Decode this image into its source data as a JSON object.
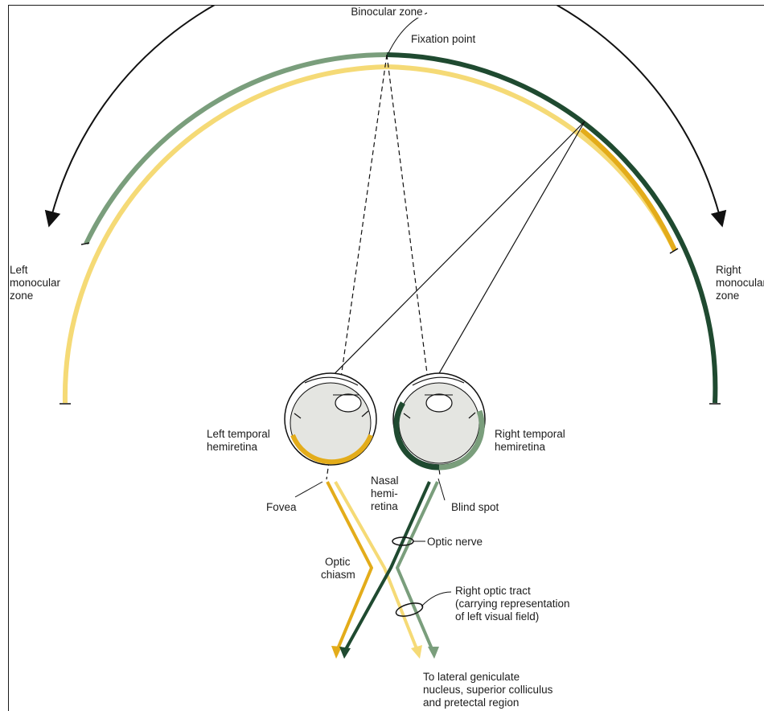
{
  "labels": {
    "binocular_zone": "Binocular zone",
    "fixation_point": "Fixation point",
    "left_monocular": [
      "Left",
      "monocular",
      "zone"
    ],
    "right_monocular": [
      "Right",
      "monocular",
      "zone"
    ],
    "left_temporal": [
      "Left temporal",
      "hemiretina"
    ],
    "right_temporal": [
      "Right temporal",
      "hemiretina"
    ],
    "fovea": "Fovea",
    "nasal_hemiretina": [
      "Nasal",
      "hemi-",
      "retina"
    ],
    "blind_spot": "Blind spot",
    "optic_nerve": "Optic nerve",
    "optic_chiasm": [
      "Optic",
      "chiasm"
    ],
    "right_optic_tract": [
      "Right optic tract",
      "(carrying representation",
      "of left visual field)"
    ],
    "destination": [
      "To lateral geniculate",
      "nucleus, superior colliculus",
      "and pretectal region"
    ]
  },
  "colors": {
    "light_yellow": "#f5da76",
    "gold": "#e3ac1a",
    "light_green": "#7a9e7c",
    "dark_green": "#1f4a30",
    "eye_fill": "#e4e5e1",
    "line": "#111111"
  }
}
